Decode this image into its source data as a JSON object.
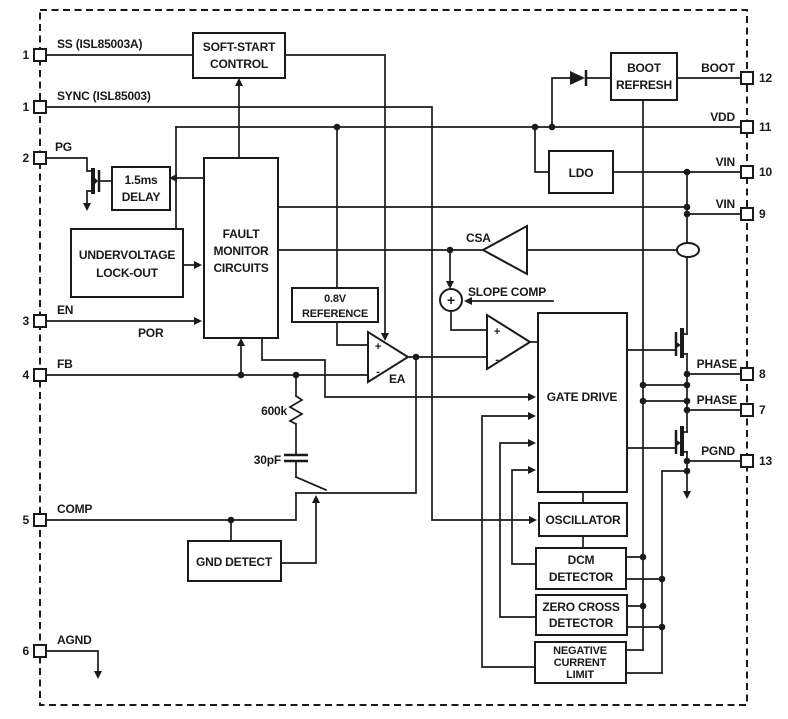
{
  "colors": {
    "ink": "#1a1a1a",
    "background": "#ffffff"
  },
  "pins": {
    "left": [
      {
        "number": "1",
        "label": "SS (ISL85003A)"
      },
      {
        "number": "1",
        "label": "SYNC (ISL85003)"
      },
      {
        "number": "2",
        "label": "PG"
      },
      {
        "number": "3",
        "label": "EN"
      },
      {
        "number": "4",
        "label": "FB"
      },
      {
        "number": "5",
        "label": "COMP"
      },
      {
        "number": "6",
        "label": "AGND"
      }
    ],
    "right": [
      {
        "number": "12",
        "label": "BOOT"
      },
      {
        "number": "11",
        "label": "VDD"
      },
      {
        "number": "10",
        "label": "VIN"
      },
      {
        "number": "9",
        "label": "VIN"
      },
      {
        "number": "8",
        "label": "PHASE"
      },
      {
        "number": "7",
        "label": "PHASE"
      },
      {
        "number": "13",
        "label": "PGND"
      }
    ]
  },
  "blocks": {
    "soft_start": {
      "line1": "SOFT-START",
      "line2": "CONTROL"
    },
    "boot_refresh": {
      "line1": "BOOT",
      "line2": "REFRESH"
    },
    "ldo": {
      "label": "LDO"
    },
    "delay": {
      "line1": "1.5ms",
      "line2": "DELAY"
    },
    "uvlo": {
      "line1": "UNDERVOLTAGE",
      "line2": "LOCK-OUT"
    },
    "fault_monitor": {
      "line1": "FAULT",
      "line2": "MONITOR",
      "line3": "CIRCUITS"
    },
    "reference": {
      "line1": "0.8V",
      "line2": "REFERENCE"
    },
    "gate_drive": {
      "label": "GATE DRIVE"
    },
    "oscillator": {
      "label": "OSCILLATOR"
    },
    "dcm_detector": {
      "line1": "DCM",
      "line2": "DETECTOR"
    },
    "zero_cross_detector": {
      "line1": "ZERO CROSS",
      "line2": "DETECTOR"
    },
    "negative_current_limit": {
      "line1": "NEGATIVE",
      "line2": "CURRENT",
      "line3": "LIMIT"
    },
    "gnd_detect": {
      "label": "GND DETECT"
    }
  },
  "annotations": {
    "csa": "CSA",
    "slope_comp": "SLOPE COMP",
    "ea": "EA",
    "por": "POR",
    "comp_resistor": "600k",
    "comp_capacitor": "30pF",
    "plus": "+",
    "minus": "-"
  }
}
